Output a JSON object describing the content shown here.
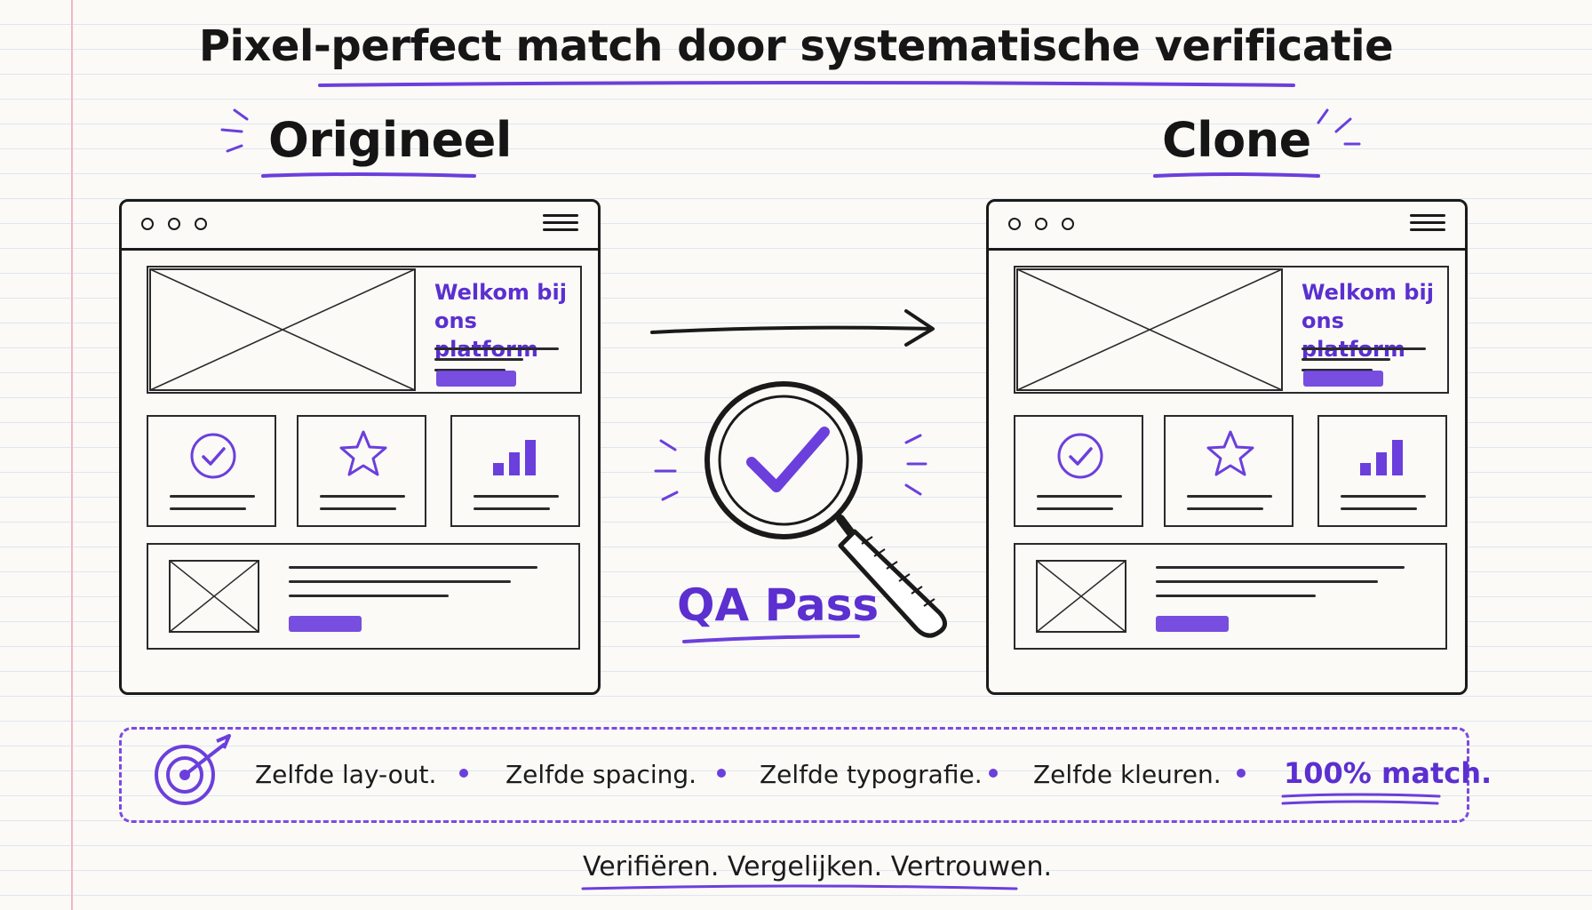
{
  "title": "Pixel-perfect match door systematische verificatie",
  "original": {
    "label": "Origineel",
    "hero_line1": "Welkom bij",
    "hero_line2": "ons platform"
  },
  "clone": {
    "label": "Clone",
    "hero_line1": "Welkom bij",
    "hero_line2": "ons platform"
  },
  "qa_badge": "QA Pass",
  "features": {
    "items": [
      "Zelfde lay-out.",
      "Zelfde spacing.",
      "Zelfde typografie.",
      "Zelfde kleuren."
    ],
    "highlight": "100% match."
  },
  "footer": "Verifiëren. Vergelijken. Vertrouwen.",
  "colors": {
    "accent": "#6b3fdc",
    "ink": "#1a1a1a",
    "paper": "#fbfaf7"
  },
  "icons": [
    "check-circle-icon",
    "star-icon",
    "bar-chart-icon",
    "target-icon",
    "magnifier-check-icon",
    "arrow-right-icon"
  ]
}
